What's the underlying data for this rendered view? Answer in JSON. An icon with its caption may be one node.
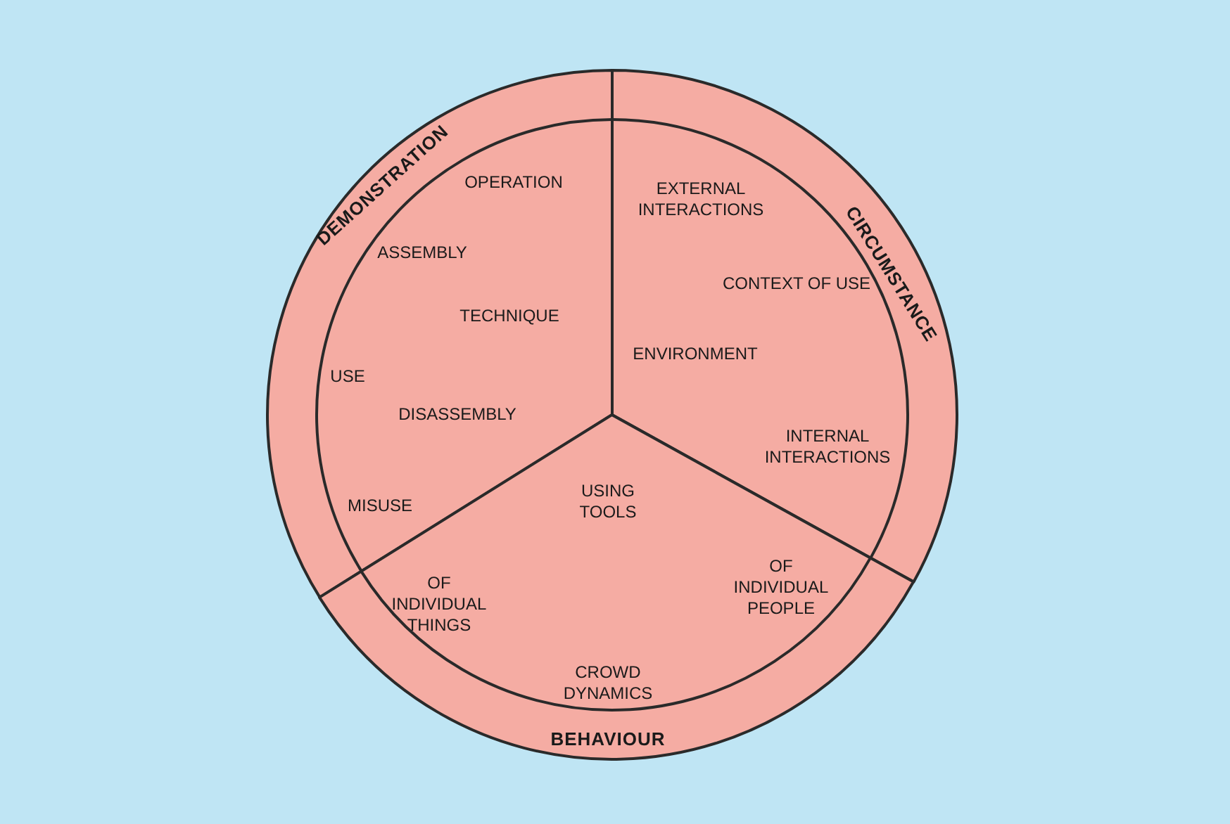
{
  "diagram": {
    "nodes": [
      {
        "text": [
          "DEMONSTRATION",
          "OPERATION",
          "ASSEMBLY",
          "TECHNIQUE",
          "USE",
          "DISASSEMBLY",
          "MISUSE"
        ]
      },
      {
        "text": [
          "CIRCUMSTANCE",
          "EXTERNAL INTERACTIONS",
          "CONTEXT OF USE",
          "ENVIRONMENT",
          "INTERNAL INTERACTIONS"
        ]
      },
      {
        "text": [
          "USING TOOLS",
          "OF INDIVIDUAL THINGS",
          "OF INDIVIDUAL PEOPLE",
          "CROWD DYNAMICS",
          "BEHAVIOUR"
        ]
      }
    ]
  }
}
